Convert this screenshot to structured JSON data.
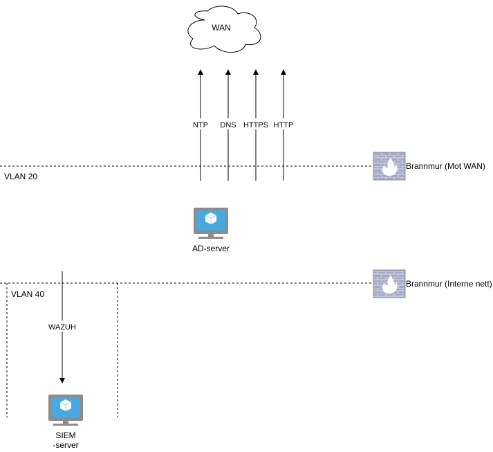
{
  "cloud": {
    "label": "WAN"
  },
  "protocols": [
    "NTP",
    "DNS",
    "HTTPS",
    "HTTP"
  ],
  "vlan20": {
    "label": "VLAN 20"
  },
  "vlan40": {
    "label": "VLAN 40"
  },
  "firewall_wan": {
    "label": "Brannmur (Mot WAN)"
  },
  "firewall_internal": {
    "label": "Brannmur (Interne nett)"
  },
  "ad_server": {
    "label": "AD-server"
  },
  "siem_server": {
    "label_line1": "SIEM",
    "label_line2": "-server"
  },
  "wazuh": {
    "label": "WAZUH"
  },
  "colors": {
    "monitor_frame": "#8c8c8c",
    "monitor_screen": "#48a8e0",
    "firewall_brick": "#a6abc4",
    "firewall_flame": "#ffffff",
    "line": "#000000"
  }
}
